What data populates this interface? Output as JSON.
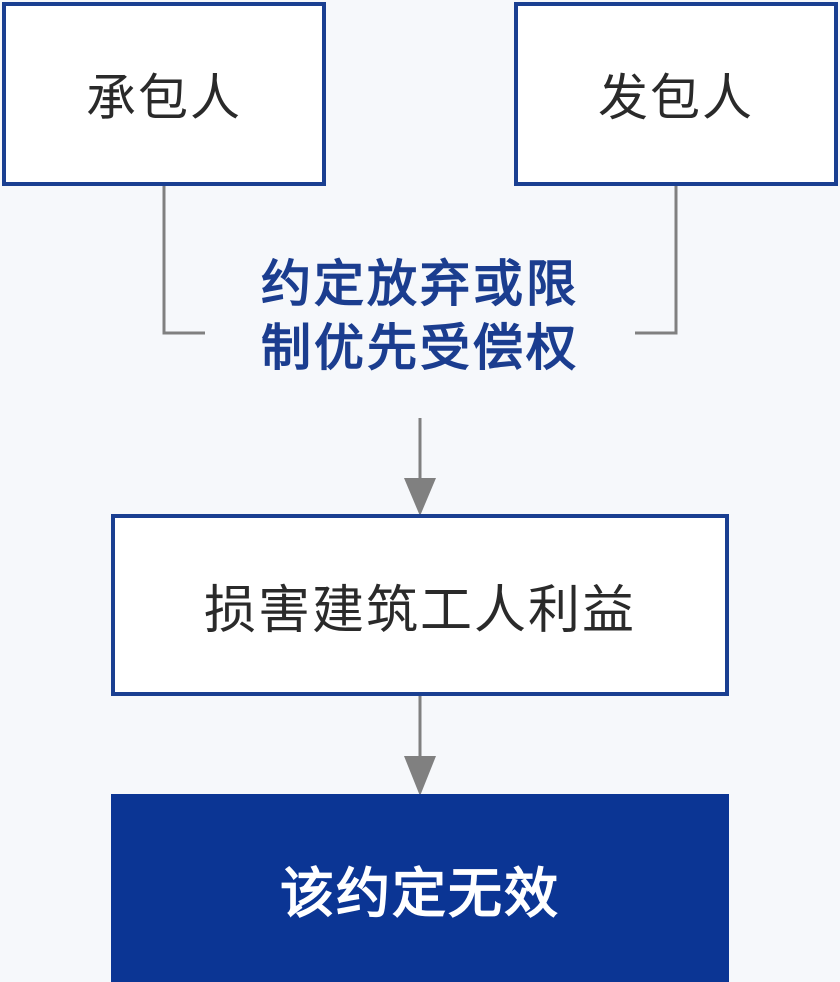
{
  "diagram": {
    "contractor": "承包人",
    "employer": "发包人",
    "agreement_line1": "约定放弃或限",
    "agreement_line2": "制优先受偿权",
    "consequence": "损害建筑工人利益",
    "conclusion": "该约定无效"
  },
  "colors": {
    "border": "#1a3f91",
    "highlight_text": "#1b3d8f",
    "result_fill": "#0b3594",
    "connector": "#808080"
  }
}
